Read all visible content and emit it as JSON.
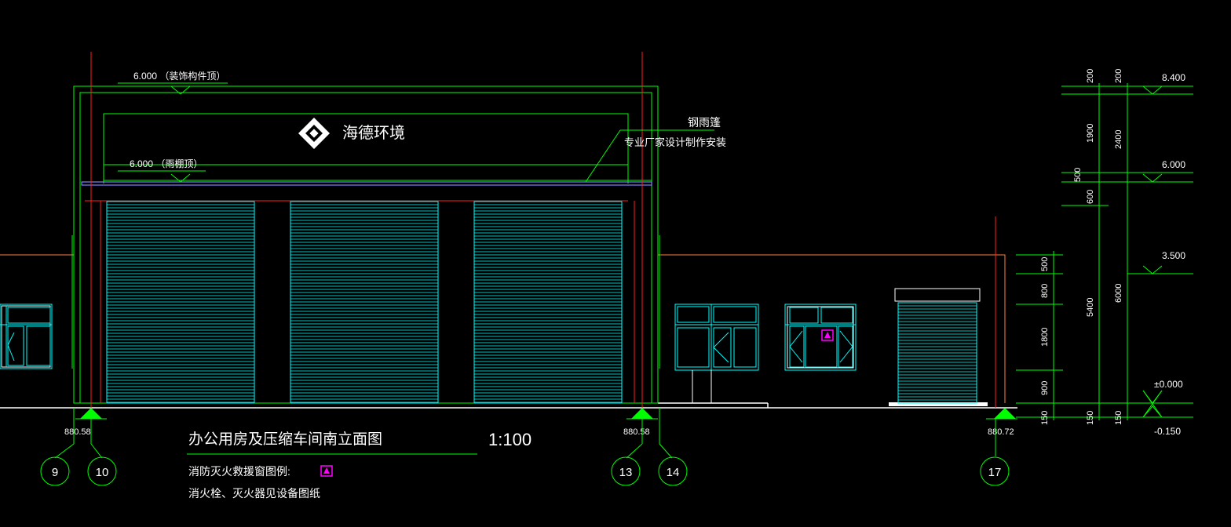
{
  "colors": {
    "background": "#000000",
    "green": "#00ff00",
    "cyan": "#00ffff",
    "white": "#ffffff",
    "red": "#ff2020",
    "orange": "#ff8040",
    "blue": "#8080ff",
    "magenta": "#ff00ff"
  },
  "canopy": {
    "top_elev_label": "6.000  （装饰构件顶）",
    "rain_elev_label": "6.000  （雨棚顶）",
    "logo_text": "海德环境",
    "logo_icon": "haide-logo-icon",
    "note_line1": "钢雨篷",
    "note_line2": "专业厂家设计制作安装"
  },
  "title_block": {
    "title": "办公用房及压缩车间南立面图",
    "scale": "1:100",
    "legend_label": "消防灭火救援窗图例:",
    "note": "消火栓、灭火器见设备图纸"
  },
  "grade_levels": {
    "left": "880.58",
    "mid": "880.58",
    "right": "880.72"
  },
  "axes": [
    "9",
    "10",
    "13",
    "14",
    "17"
  ],
  "dims_outer": [
    "200",
    "1900",
    "500",
    "600",
    "5400",
    "150"
  ],
  "dims_middle": [
    "200",
    "2400",
    "6000",
    "150"
  ],
  "dims_right_building": [
    "500",
    "800",
    "1800",
    "900",
    "150"
  ],
  "elevations": [
    "8.400",
    "6.000",
    "3.500",
    "±0.000",
    "-0.150"
  ]
}
